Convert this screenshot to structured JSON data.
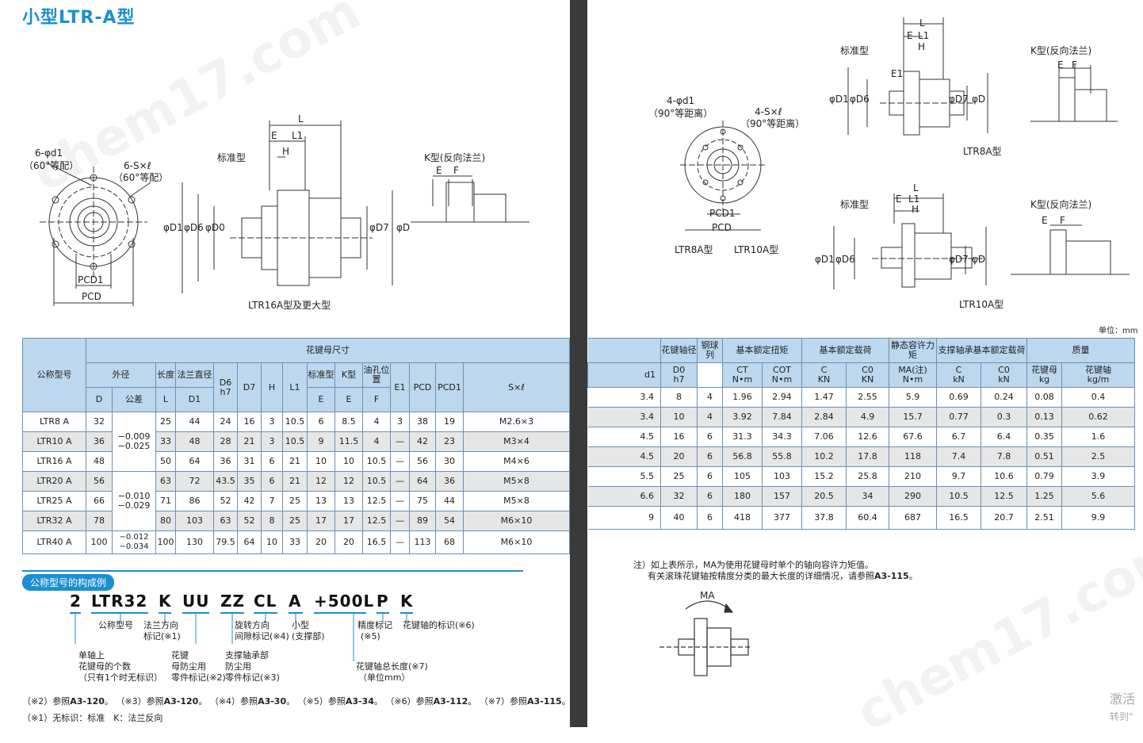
{
  "title": "小型LTR-A型",
  "unit_note": "单位：mm",
  "drawings": {
    "left_flange": {
      "six_d1": "6-φd1",
      "six_d1_sub": "（60°等配）",
      "six_s": "6-S×ℓ",
      "six_s_sub": "（60°等配）",
      "pcd1": "PCD1",
      "pcd": "PCD"
    },
    "left_std": {
      "label": "标准型",
      "L": "L",
      "E": "E",
      "L1": "L1",
      "H": "H",
      "D1": "φD1",
      "D6": "φD6",
      "D0": "φD0",
      "D7": "φD7",
      "D": "φD"
    },
    "left_k": {
      "label": "K型(反向法兰)",
      "E": "E",
      "F": "F"
    },
    "left_caption": "LTR16A型及更大型",
    "right_flange": {
      "four_d1": "4-φd1",
      "four_d1_sub": "（90°等距离）",
      "four_s": "4-S×ℓ",
      "four_s_sub": "（90°等距离）",
      "pcd1": "PCD1",
      "pcd": "PCD",
      "cap1": "LTR8A型",
      "cap2": "LTR10A型"
    },
    "r8_std": {
      "label": "标准型",
      "L": "L",
      "E": "E",
      "L1": "L1",
      "H": "H",
      "E1": "E1",
      "D1": "φD1",
      "D6": "φD6",
      "D7": "φD7",
      "D": "φD",
      "caption": "LTR8A型"
    },
    "r8_k": {
      "label": "K型(反向法兰)",
      "E": "E",
      "F": "F"
    },
    "r10_std": {
      "label": "标准型",
      "L": "L",
      "E": "E",
      "L1": "L1",
      "H": "H",
      "D1": "φD1",
      "D6": "φD6",
      "D7": "φD7",
      "D": "φD",
      "caption": "LTR10A型"
    },
    "r10_k": {
      "label": "K型(反向法兰)",
      "E": "E",
      "F": "F"
    },
    "ma": "MA"
  },
  "table_left": {
    "h_model": "公称型号",
    "h_nut": "花键母尺寸",
    "h_outer": "外径",
    "h_length": "长度",
    "h_flange": "法兰直径",
    "h_d6": "D6",
    "h_d6_sub": "h7",
    "h_d7": "D7",
    "h_h": "H",
    "h_l1": "L1",
    "h_std": "标准型",
    "h_k": "K型",
    "h_oil": "油孔位置",
    "h_e1": "E1",
    "h_pcd": "PCD",
    "h_pcd1": "PCD1",
    "h_sl": "S×ℓ",
    "h_D": "D",
    "h_tol": "公差",
    "h_L": "L",
    "h_D1": "D1",
    "h_E": "E",
    "h_Ek": "E",
    "h_F": "F",
    "tol1": "−0.009\n−0.025",
    "tol2": "−0.010\n−0.029",
    "tol3": "−0.012\n−0.034",
    "rows": [
      [
        "LTR8 A",
        "32",
        "",
        "25",
        "44",
        "24",
        "16",
        "3",
        "10.5",
        "6",
        "8.5",
        "4",
        "3",
        "38",
        "19",
        "M2.6×3"
      ],
      [
        "LTR10 A",
        "36",
        "",
        "33",
        "48",
        "28",
        "21",
        "3",
        "10.5",
        "9",
        "11.5",
        "4",
        "—",
        "42",
        "23",
        "M3×4"
      ],
      [
        "LTR16 A",
        "48",
        "",
        "50",
        "64",
        "36",
        "31",
        "6",
        "21",
        "10",
        "10",
        "10.5",
        "—",
        "56",
        "30",
        "M4×6"
      ],
      [
        "LTR20 A",
        "56",
        "",
        "63",
        "72",
        "43.5",
        "35",
        "6",
        "21",
        "12",
        "12",
        "10.5",
        "—",
        "64",
        "36",
        "M5×8"
      ],
      [
        "LTR25 A",
        "66",
        "",
        "71",
        "86",
        "52",
        "42",
        "7",
        "25",
        "13",
        "13",
        "12.5",
        "—",
        "75",
        "44",
        "M5×8"
      ],
      [
        "LTR32 A",
        "78",
        "",
        "80",
        "103",
        "63",
        "52",
        "8",
        "25",
        "17",
        "17",
        "12.5",
        "—",
        "89",
        "54",
        "M6×10"
      ],
      [
        "LTR40 A",
        "100",
        "",
        "100",
        "130",
        "79.5",
        "64",
        "10",
        "33",
        "20",
        "20",
        "16.5",
        "—",
        "113",
        "68",
        "M6×10"
      ]
    ]
  },
  "table_right": {
    "h_shaft": "花键轴径",
    "h_ball": "钢球列",
    "h_torque": "基本额定扭矩",
    "h_load": "基本额定载荷",
    "h_static": "静态容许力矩",
    "h_support": "支撑轴承基本额定载荷",
    "h_mass": "质量",
    "h_d1": "d1",
    "h_d0": "D0",
    "h_d0_sub": "h7",
    "h_ct": "CT",
    "h_ct_u": "N•m",
    "h_cot": "COT",
    "h_cot_u": "N•m",
    "h_c": "C",
    "h_c_u": "KN",
    "h_c0": "C0",
    "h_c0_u": "KN",
    "h_ma": "MA(注)",
    "h_ma_u": "N•m",
    "h_sc": "C",
    "h_sc_u": "kN",
    "h_sc0": "C0",
    "h_sc0_u": "kN",
    "h_mnut": "花键母",
    "h_mnut_u": "kg",
    "h_mshaft": "花键轴",
    "h_mshaft_u": "kg/m",
    "rows": [
      [
        "3.4",
        "8",
        "4",
        "1.96",
        "2.94",
        "1.47",
        "2.55",
        "5.9",
        "0.69",
        "0.24",
        "0.08",
        "0.4"
      ],
      [
        "3.4",
        "10",
        "4",
        "3.92",
        "7.84",
        "2.84",
        "4.9",
        "15.7",
        "0.77",
        "0.3",
        "0.13",
        "0.62"
      ],
      [
        "4.5",
        "16",
        "6",
        "31.3",
        "34.3",
        "7.06",
        "12.6",
        "67.6",
        "6.7",
        "6.4",
        "0.35",
        "1.6"
      ],
      [
        "4.5",
        "20",
        "6",
        "56.8",
        "55.8",
        "10.2",
        "17.8",
        "118",
        "7.4",
        "7.8",
        "0.51",
        "2.5"
      ],
      [
        "5.5",
        "25",
        "6",
        "105",
        "103",
        "15.2",
        "25.8",
        "210",
        "9.7",
        "10.6",
        "0.79",
        "3.9"
      ],
      [
        "6.6",
        "32",
        "6",
        "180",
        "157",
        "20.5",
        "34",
        "290",
        "10.5",
        "12.5",
        "1.25",
        "5.6"
      ],
      [
        "9",
        "40",
        "6",
        "418",
        "377",
        "37.8",
        "60.4",
        "687",
        "16.5",
        "20.7",
        "2.51",
        "9.9"
      ]
    ]
  },
  "note1": "注）如上表所示，MA为使用花键母时单个的轴向容许力矩值。",
  "note2": "有关滚珠花键轴按精度分类的最大长度的详细情况，请参照",
  "note2_ref": "A3-115",
  "note2_end": "。",
  "composition": {
    "heading": "公称型号的构成例",
    "parts": [
      "2",
      "LTR32",
      "K",
      "UU",
      "ZZ",
      "CL",
      "A",
      "+500L",
      "P",
      "K"
    ],
    "lbl_model": "公称型号",
    "lbl_flange": "法兰方向",
    "lbl_flange2": "标记(※1)",
    "lbl_rot": "旋转方向",
    "lbl_rot2": "间隙标记(※4)",
    "lbl_small": "小型",
    "lbl_small2": "(支撑部)",
    "lbl_prec": "精度标记",
    "lbl_prec2": "(※5)",
    "lbl_shaft": "花键轴的标识(※6)",
    "lbl_count1": "单轴上",
    "lbl_count2": "花键母的个数",
    "lbl_count3": "（只有1个时无标识）",
    "lbl_seal1": "花键",
    "lbl_seal2": "母防尘用",
    "lbl_seal3": "零件标记(※2)",
    "lbl_bear1": "支撑轴承部",
    "lbl_bear2": "防尘用",
    "lbl_bear3": "零件标记(※3)",
    "lbl_len1": "花键轴总长度(※7)",
    "lbl_len2": "（单位mm）"
  },
  "refs": [
    {
      "pre": "（※2）参照",
      "ref": "A3-120",
      "post": "。"
    },
    {
      "pre": "（※3）参照",
      "ref": "A3-120",
      "post": "。"
    },
    {
      "pre": "（※4）参照",
      "ref": "A3-30",
      "post": "。"
    },
    {
      "pre": "（※5）参照",
      "ref": "A3-34",
      "post": "。"
    },
    {
      "pre": "（※6）参照",
      "ref": "A3-112",
      "post": "。"
    },
    {
      "pre": "（※7）参照",
      "ref": "A3-115",
      "post": "。"
    }
  ],
  "ref_last": "（※1）无标识：标准　K：法兰反向",
  "watermark": "chem17.com",
  "activate": "激活",
  "goto": "转到\""
}
